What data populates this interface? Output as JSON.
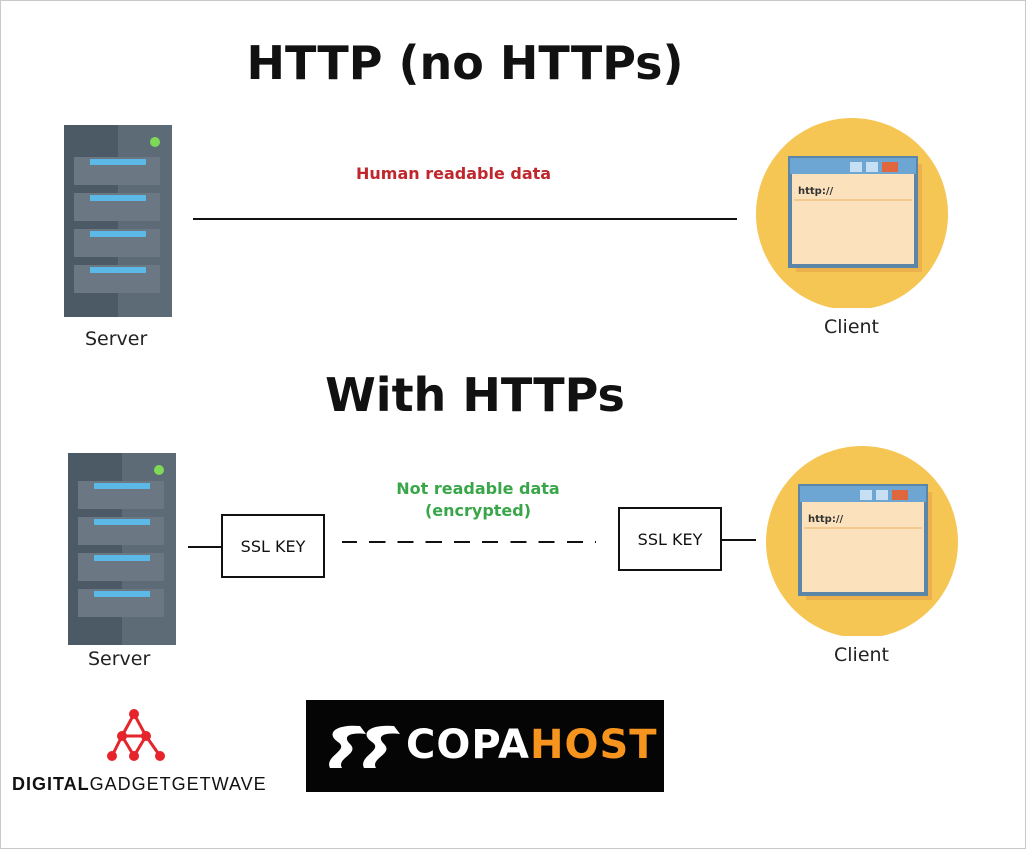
{
  "section_http": {
    "title": "HTTP (no HTTPs)",
    "note": "Human readable data",
    "server_label": "Server",
    "client_label": "Client",
    "browser_text": "http://"
  },
  "section_https": {
    "title": "With HTTPs",
    "note_line1": "Not readable data",
    "note_line2": "(encrypted)",
    "server_label": "Server",
    "client_label": "Client",
    "ssl_left": "SSL KEY",
    "ssl_right": "SSL KEY",
    "browser_text": "http://"
  },
  "logos": {
    "ddg_part1": "DIGITAL",
    "ddg_part2": "GADGETGETWAVE",
    "copa_part1": "COPA",
    "copa_part2": "HOST"
  },
  "colors": {
    "note_red": "#c0272d",
    "note_green": "#3aa64a",
    "server_dark": "#4c5a66",
    "server_light": "#5d6b77",
    "server_bar": "#5cb8e6",
    "client_circle": "#f6c655",
    "copa_orange": "#f7941d",
    "ddg_red": "#e5242b"
  }
}
